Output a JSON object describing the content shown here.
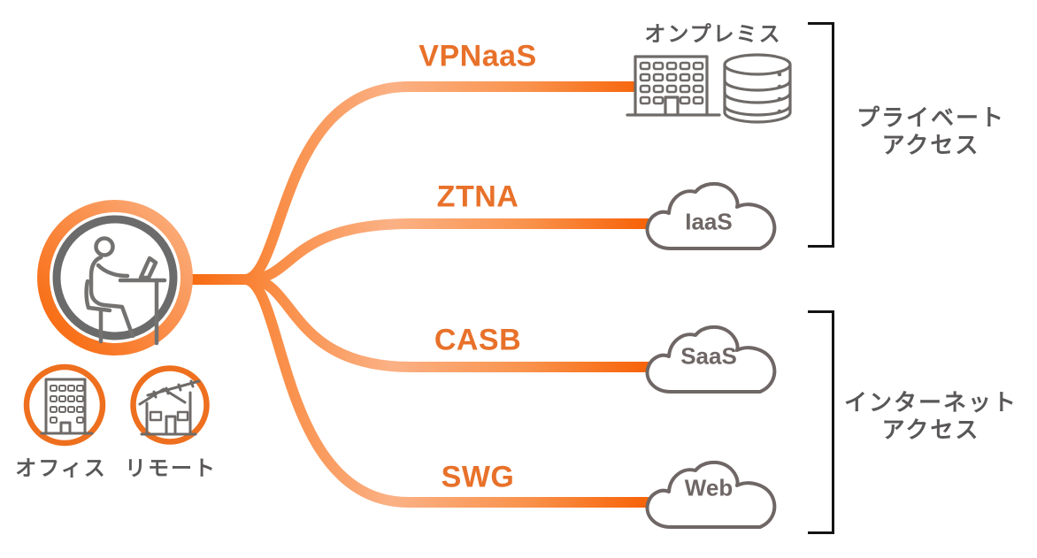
{
  "user": {
    "office_label": "オフィス",
    "remote_label": "リモート"
  },
  "branches": [
    {
      "service": "VPNaaS",
      "destination": "オンプレミス",
      "dest_kind": "on-premises"
    },
    {
      "service": "ZTNA",
      "destination": "IaaS",
      "dest_kind": "cloud"
    },
    {
      "service": "CASB",
      "destination": "SaaS",
      "dest_kind": "cloud"
    },
    {
      "service": "SWG",
      "destination": "Web",
      "dest_kind": "cloud"
    }
  ],
  "access_groups": [
    {
      "line1": "プライベート",
      "line2": "アクセス"
    },
    {
      "line1": "インターネット",
      "line2": "アクセス"
    }
  ],
  "icons": {
    "user": "person-at-desk-icon",
    "office": "office-building-icon",
    "remote": "house-icon",
    "onprem": [
      "building-icon",
      "database-icon"
    ],
    "cloud": "cloud-icon"
  },
  "colors": {
    "line_orange_dark": "#F7650B",
    "line_orange_light": "#FBB185",
    "circle_orange": "#EE6F1E",
    "service_label": "#E8712A",
    "gray_label": "#595757",
    "icon_gray": "#6E6A68",
    "cloud_gray": "#6F6765",
    "bracket_border": "#141414",
    "background": "#FFFFFF"
  }
}
